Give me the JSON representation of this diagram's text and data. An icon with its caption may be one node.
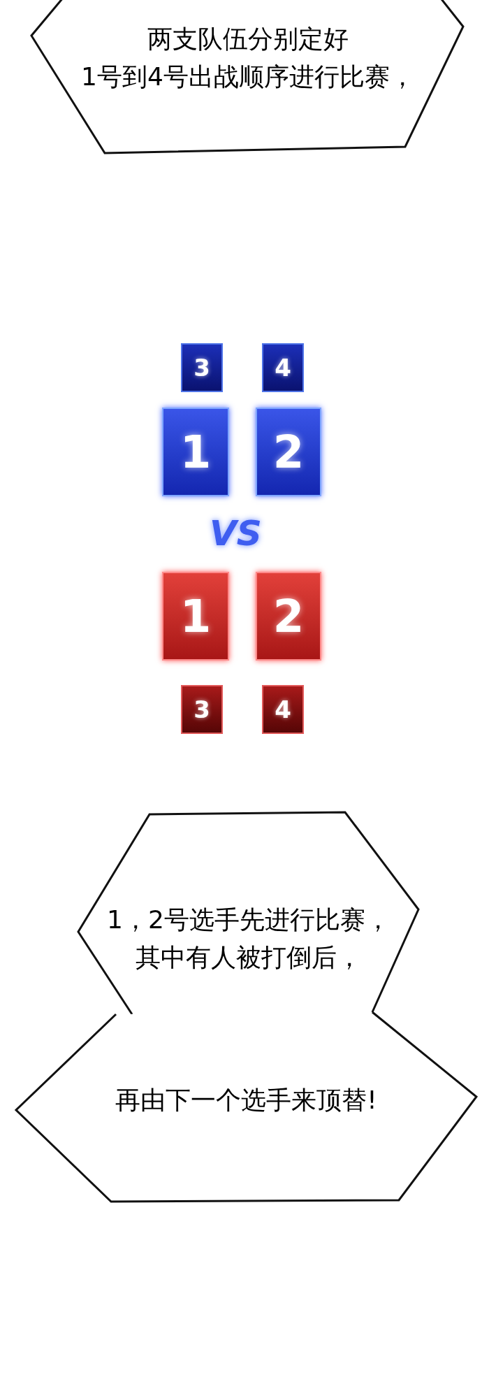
{
  "diagram": {
    "nodes": [
      {
        "text": [
          "两支队伍分别定好",
          "1号到4号出战顺序进行比赛，"
        ]
      },
      {
        "text": [
          "3"
        ]
      },
      {
        "text": [
          "4"
        ]
      },
      {
        "text": [
          "1"
        ]
      },
      {
        "text": [
          "2"
        ]
      },
      {
        "text": [
          "1"
        ]
      },
      {
        "text": [
          "2"
        ]
      },
      {
        "text": [
          "3"
        ]
      },
      {
        "text": [
          "4"
        ]
      },
      {
        "text": [
          "1，2号选手先进行比赛，",
          "其中有人被打倒后，"
        ]
      },
      {
        "text": [
          "再由下一个选手来顶替!"
        ]
      }
    ],
    "labels": [
      "VS"
    ]
  }
}
